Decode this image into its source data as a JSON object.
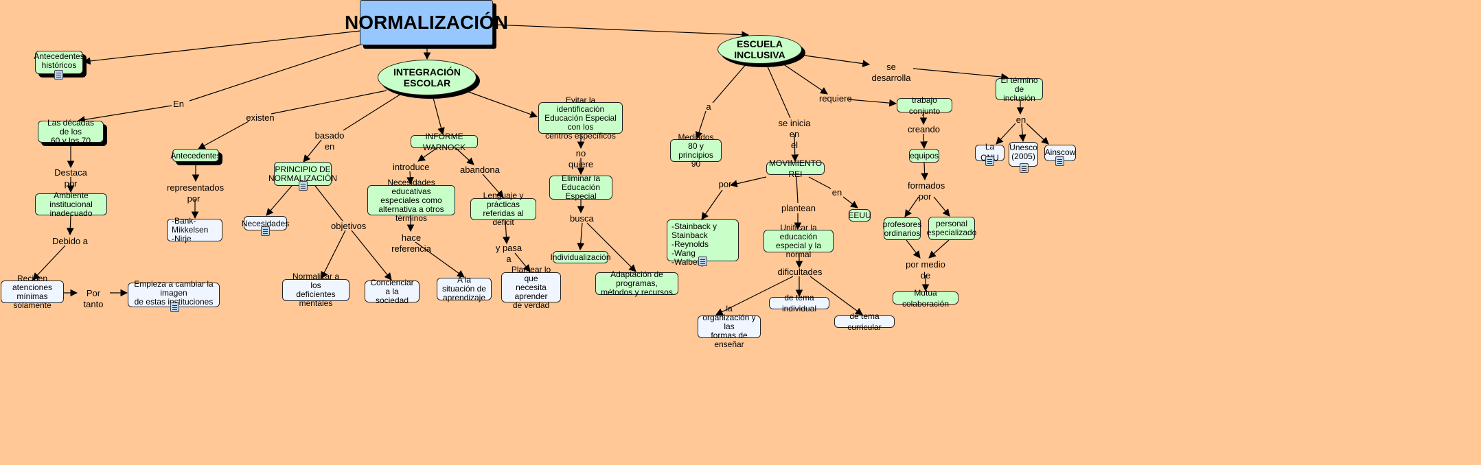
{
  "nodes": {
    "normalizacion": "NORMALIZACIÓN",
    "antecedentes_historicos": "Antecedentes\nhistóricos",
    "integracion_escolar": "INTEGRACIÓN ESCOLAR",
    "escuela_inclusiva": "ESCUELA INCLUSIVA",
    "decadas": "Las décadas de los\n60 y los 70",
    "ambiente": "Ambiente institucional\ninadecuado",
    "reciben": "Reciben atenciones\nmínimas solamente",
    "empieza": "Empieza a cambiar la imagen\nde estas instituciones",
    "antecedentes": "Antecedentes",
    "bank": "-Bank-Mikkelsen\n-Nirje",
    "principio": "PRINCIPIO DE\nNORMALIZACIÓN",
    "necesidades": "Necesidades",
    "normalizar": "Normalizar a los\ndeficientes mentales",
    "concienciar": "Concienciar a la\nsociedad",
    "warnock": "INFORME WARNOCK",
    "nee": "Necesidades educativas\nespeciales como\nalternativa a otros términos",
    "situacion": "A la situación de\naprendizaje",
    "lenguaje": "Lenguaje y prácticas\nreferidas al déficit",
    "plantear": "Plantear lo que\nnecesita aprender\nde verdad",
    "evitar": "Evitar la identificación\nEducación Especial con los\ncentros específicos",
    "eliminar": "Eliminar la\nEducación Especial",
    "individualizacion": "Individualización",
    "adaptacion": "Adaptación de programas,\nmétodos y recursos",
    "mediados": "Mediados 80 y\nprincipios 90",
    "movimiento": "MOVIMIENTO REI",
    "stainback": "-Stainback y Stainback\n-Reynolds\n-Wang\n-Walberg",
    "eeuu": "EEUU",
    "unificar": "Unificar la educación\nespecial y la normal",
    "tema_individual": "de tema individual",
    "organizacion": "la organización y las\nformas de enseñar",
    "tema_curricular": "de tema curricular",
    "trabajo": "trabajo conjunto",
    "equipos": "equipos",
    "profesores": "profesores\nordinarios",
    "personal": "personal\nespecializado",
    "mutua": "Mutua colaboración",
    "termino": "El término de\ninclusión",
    "onu": "La ONU",
    "unesco": "Unesco\n(2005)",
    "ainscow": "Ainscow"
  },
  "links": {
    "en1": "En",
    "destaca": "Destaca por",
    "debido": "Debido a",
    "portanto": "Por tanto",
    "existen": "existen",
    "representados": "representados\npor",
    "basado": "basado en",
    "objetivos": "objetivos",
    "introduce": "introduce",
    "hace": "hace referencia",
    "abandona": "abandona",
    "ypasa": "y pasa a",
    "noquiere": "no quiere",
    "busca": "busca",
    "a": "a",
    "seinicia": "se inicia en\nel",
    "por": "por",
    "plantean": "plantean",
    "en2": "en",
    "dificultades": "dificultades",
    "requiere": "requiere",
    "creando": "creando",
    "formados": "formados\npor",
    "pormedio": "por medio\nde",
    "sedesarrolla": "se desarrolla",
    "en3": "en"
  },
  "colors": {
    "background": "#FFC896",
    "concept_green": "#C8FFC8",
    "concept_white": "#F0F6FF",
    "title_blue": "#96C8FF"
  }
}
